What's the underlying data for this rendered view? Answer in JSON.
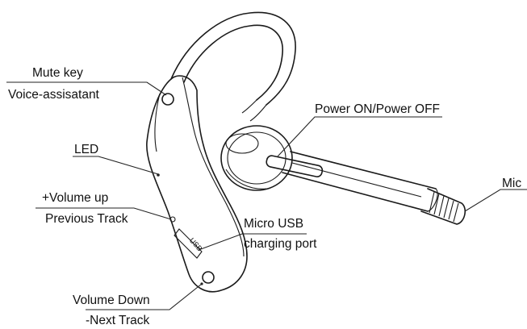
{
  "labels": {
    "mute_key": "Mute key",
    "voice_assistant": "Voice-assisatant",
    "led": "LED",
    "volume_up": "+Volume up",
    "previous_track": "Previous Track",
    "micro_usb": "Micro USB",
    "charging_port": "charging port",
    "volume_down": "Volume Down",
    "next_track": "-Next Track",
    "power": "Power ON/Power OFF",
    "mic": "Mic"
  },
  "port_engraving": "USB"
}
